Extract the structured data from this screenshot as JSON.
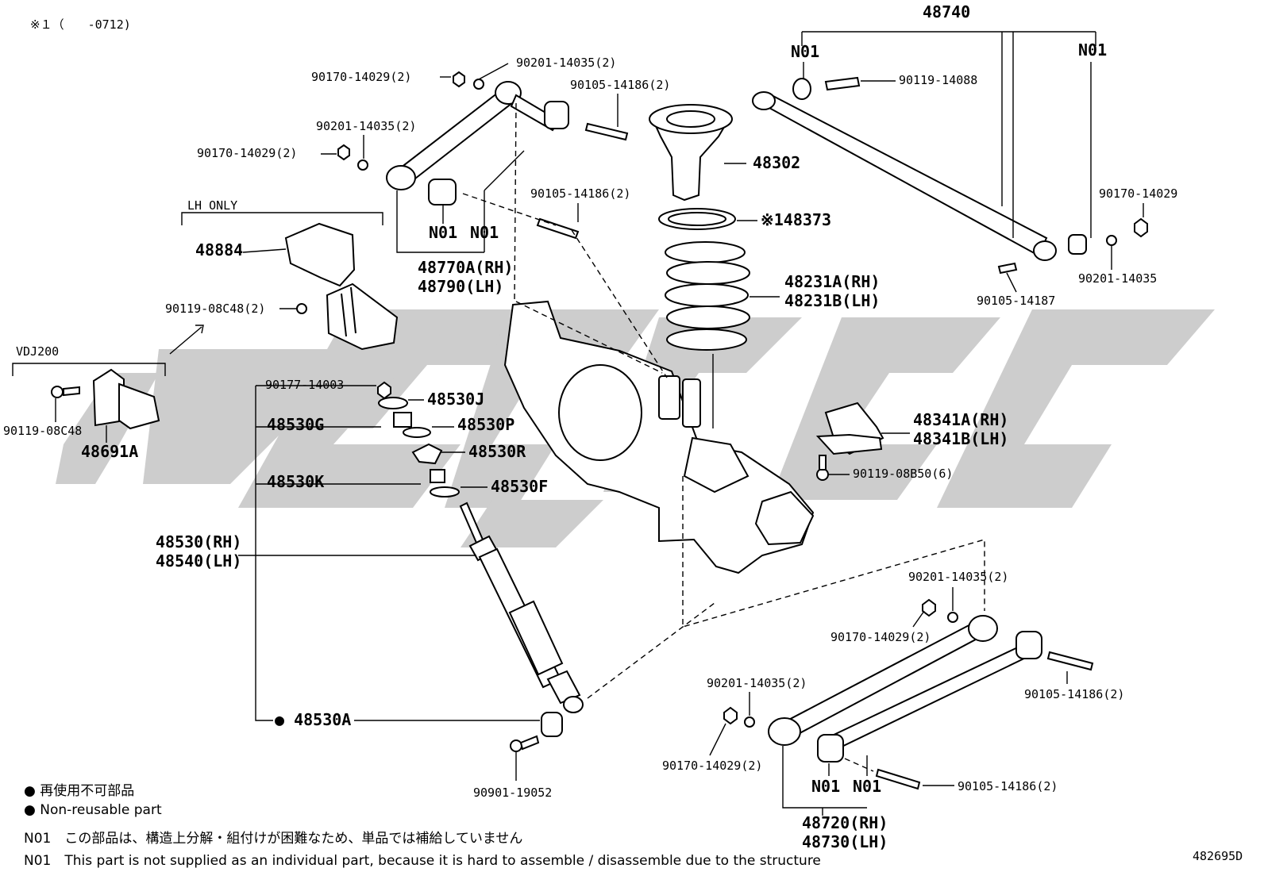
{
  "header": {
    "note": "※１（　　-0712)"
  },
  "watermark_color": "#c8c8c8",
  "labels": {
    "p48740": "48740",
    "n01_a": "N01",
    "n01_b": "N01",
    "p90119_14088": "90119-14088",
    "p90170_14029_r": "90170-14029",
    "p90201_14035_r": "90201-14035",
    "p90105_14187": "90105-14187",
    "p90170_14029_2a": "90170-14029(2)",
    "p90201_14035_2a": "90201-14035(2)",
    "p90105_14186_2a": "90105-14186(2)",
    "p90201_14035_2b": "90201-14035(2)",
    "p90170_14029_2b": "90170-14029(2)",
    "p90105_14186_2b": "90105-14186(2)",
    "n01_c": "N01",
    "n01_d": "N01",
    "p48770": "48770A(RH)",
    "p48790": "48790(LH)",
    "lh_only": "LH ONLY",
    "p48884": "48884",
    "p90119_08c48_2": "90119-08C48(2)",
    "vdj200": "VDJ200",
    "p90119_08c48": "90119-08C48",
    "p48691a": "48691A",
    "p48302": "48302",
    "p48373": "※148373",
    "p48231a": "48231A(RH)",
    "p48231b": "48231B(LH)",
    "p90177_14003": "90177-14003",
    "p48530j": "48530J",
    "p48530g": "48530G",
    "p48530p": "48530P",
    "p48530r": "48530R",
    "p48530k": "48530K",
    "p48530f": "48530F",
    "p48530rh": "48530(RH)",
    "p48540lh": "48540(LH)",
    "p48530a": "● 48530A",
    "p90901_19052": "90901-19052",
    "p48341a": "48341A(RH)",
    "p48341b": "48341B(LH)",
    "p90119_08b50": "90119-08B50(6)",
    "p90201_14035_2c": "90201-14035(2)",
    "p90170_14029_2c": "90170-14029(2)",
    "p90105_14186_2c": "90105-14186(2)",
    "p90201_14035_2d": "90201-14035(2)",
    "p90170_14029_2d": "90170-14029(2)",
    "p90105_14186_2d": "90105-14186(2)",
    "n01_e": "N01",
    "n01_f": "N01",
    "p48720": "48720(RH)",
    "p48730": "48730(LH)"
  },
  "legend": {
    "nonreusable_jp": "● 再使用不可部品",
    "nonreusable_en": "● Non-reusable part",
    "n01_jp": "N01　この部品は、構造上分解・組付けが困難なため、単品では補給していません",
    "n01_en": "N01　This part is not supplied as an individual part, because it is hard to assemble / disassemble due to the structure"
  },
  "figure_id": "482695D"
}
